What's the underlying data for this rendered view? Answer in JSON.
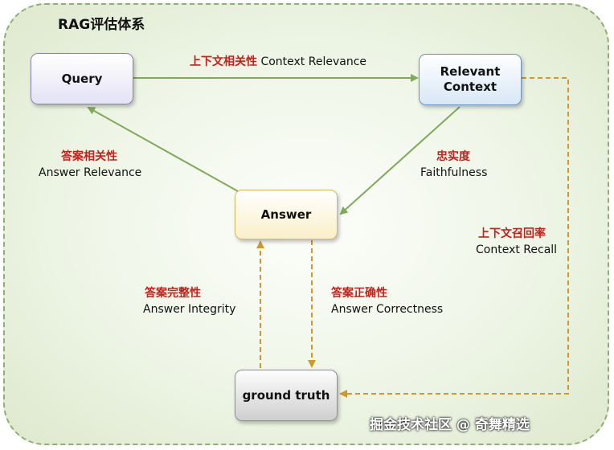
{
  "title": "RAG评估体系",
  "nodes": {
    "query": "Query",
    "relevant_context": "Relevant\nContext",
    "answer": "Answer",
    "ground_truth": "ground truth"
  },
  "edges": {
    "context_relevance": {
      "cn": "上下文相关性",
      "en": "Context Relevance"
    },
    "answer_relevance": {
      "cn": "答案相关性",
      "en": "Answer Relevance"
    },
    "faithfulness": {
      "cn": "忠实度",
      "en": "Faithfulness"
    },
    "context_recall": {
      "cn": "上下文召回率",
      "en": "Context Recall"
    },
    "answer_integrity": {
      "cn": "答案完整性",
      "en": "Answer Integrity"
    },
    "answer_correctness": {
      "cn": "答案正确性",
      "en": "Answer Correctness"
    }
  },
  "watermark": "掘金技术社区 @ 奇舞精选",
  "colors": {
    "solid_arrow": "#7fab58",
    "dashed_arrow": "#cf9a2c",
    "label_cn": "#c0221c"
  }
}
